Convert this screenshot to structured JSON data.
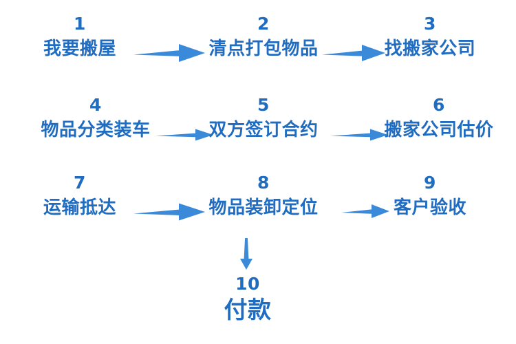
{
  "diagram": {
    "title_text_color": "#1f6cc0",
    "arrow_color": "#3b8ad9",
    "background_color": "#ffffff",
    "rows": [
      {
        "steps": [
          {
            "number": "1",
            "label": "我要搬屋"
          },
          {
            "number": "2",
            "label": "清点打包物品"
          },
          {
            "number": "3",
            "label": "找搬家公司"
          }
        ]
      },
      {
        "steps": [
          {
            "number": "4",
            "label": "物品分类装车"
          },
          {
            "number": "5",
            "label": "双方签订合约"
          },
          {
            "number": "6",
            "label": "搬家公司估价"
          }
        ]
      },
      {
        "steps": [
          {
            "number": "7",
            "label": "运输抵达"
          },
          {
            "number": "8",
            "label": "物品装卸定位"
          },
          {
            "number": "9",
            "label": "客户验收"
          }
        ]
      }
    ],
    "final_step": {
      "number": "10",
      "label": "付款"
    },
    "connectors": [
      {
        "name": "arrow-1-to-2",
        "direction": "right"
      },
      {
        "name": "arrow-2-to-3",
        "direction": "right"
      },
      {
        "name": "arrow-4-to-5",
        "direction": "right"
      },
      {
        "name": "arrow-5-to-6",
        "direction": "right"
      },
      {
        "name": "arrow-7-to-8",
        "direction": "right"
      },
      {
        "name": "arrow-8-to-9",
        "direction": "right"
      },
      {
        "name": "arrow-8-to-10",
        "direction": "down"
      }
    ]
  }
}
